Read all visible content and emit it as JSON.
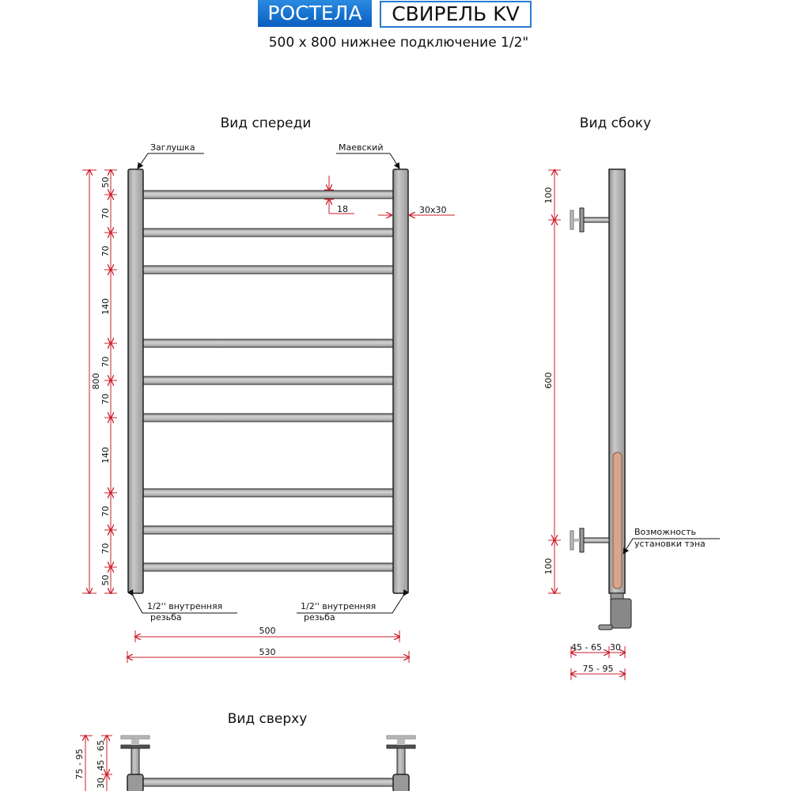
{
  "header": {
    "brand": "РОСТЕЛА",
    "model": "СВИРЕЛЬ KV",
    "subtitle": "500 x 800 нижнее подключение 1/2\""
  },
  "front_view": {
    "title": "Вид спереди",
    "label_plug": "Заглушка",
    "label_valve": "Маевский",
    "label_bar": "18",
    "label_column": "30x30",
    "thread_left": [
      "1/2'' внутренняя",
      "резьба"
    ],
    "thread_right": [
      "1/2'' внутренняя",
      "резьба"
    ],
    "segments": [
      "50",
      "70",
      "70",
      "140",
      "70",
      "70",
      "140",
      "70",
      "70",
      "50"
    ],
    "height": "800",
    "width_inner": "500",
    "width_outer": "530"
  },
  "side_view": {
    "title": "Вид сбоку",
    "dims_vertical": [
      "100",
      "600",
      "100"
    ],
    "heater_label": [
      "Возможность",
      "установки тэна"
    ],
    "dim_offset": "45 - 65",
    "dim_pipe": "30",
    "dim_total": "75 - 95"
  },
  "top_view": {
    "title": "Вид сверху",
    "dim_total": "75 - 95",
    "dim_offset": "45 - 65",
    "dim_pipe": "30"
  },
  "colors": {
    "dimension": "#cc1f2b",
    "metal": "#a9a9a9",
    "heater": "#d9a58a",
    "brand": "#0a6ad0"
  }
}
